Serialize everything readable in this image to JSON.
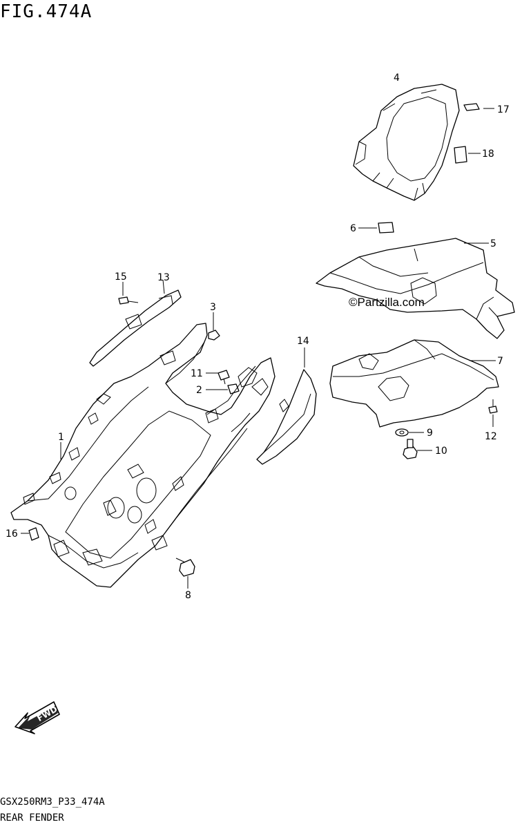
{
  "figure": {
    "title": "FIG.474A",
    "code": "GSX250RM3_P33_474A",
    "name": "REAR FENDER",
    "watermark": "©Partzilla.com",
    "fwd_label": "FWD"
  },
  "callouts": [
    "1",
    "2",
    "3",
    "4",
    "5",
    "6",
    "7",
    "8",
    "9",
    "10",
    "11",
    "12",
    "13",
    "14",
    "15",
    "16",
    "17",
    "18"
  ]
}
